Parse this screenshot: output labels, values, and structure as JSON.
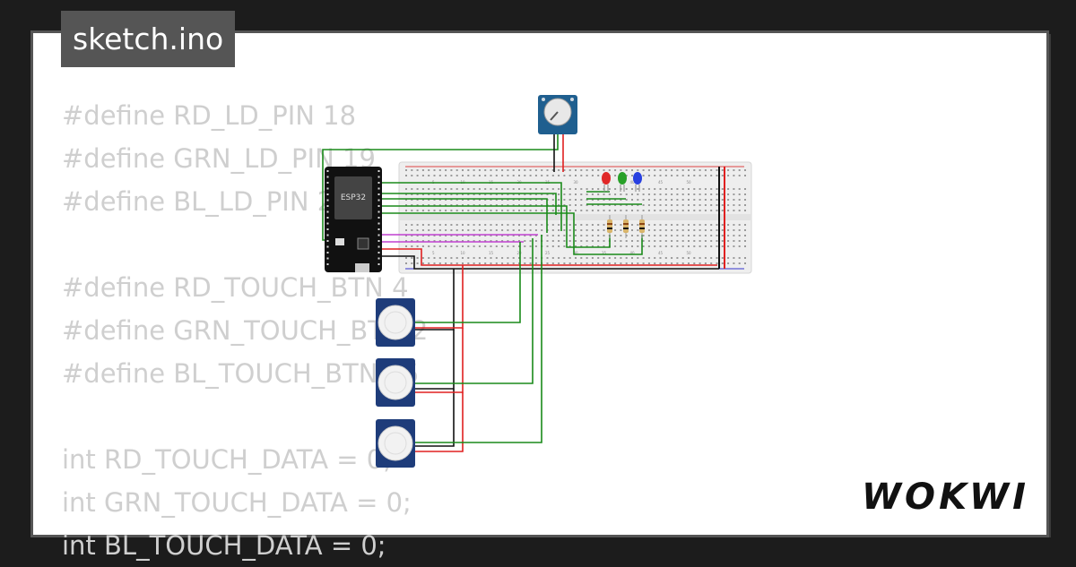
{
  "tab": {
    "filename": "sketch.ino"
  },
  "code_lines": [
    "#define RD_LD_PIN 18",
    "#define GRN_LD_PIN 19",
    "#define BL_LD_PIN 21",
    "",
    "#define RD_TOUCH_BTN 4",
    "#define GRN_TOUCH_BTN 2",
    "#define BL_TOUCH_BTN 15",
    "",
    "int RD_TOUCH_DATA = 0;",
    "int GRN_TOUCH_DATA = 0;",
    "int BL_TOUCH_DATA = 0;"
  ],
  "board": {
    "label": "ESP32"
  },
  "breadboard": {
    "column_labels": [
      "5",
      "10",
      "15",
      "20",
      "25",
      "30",
      "35",
      "40",
      "45",
      "50"
    ]
  },
  "brand": {
    "logo_text": "WOKWI"
  },
  "colors": {
    "wire_green": "#1a8a1a",
    "wire_red": "#e02020",
    "wire_black": "#111111",
    "wire_magenta": "#c040d0",
    "led_red": "#e02828",
    "led_green": "#28a028",
    "led_blue": "#2840e0",
    "sensor_blue": "#1e3c7a",
    "pot_blue": "#1f5f8f"
  }
}
